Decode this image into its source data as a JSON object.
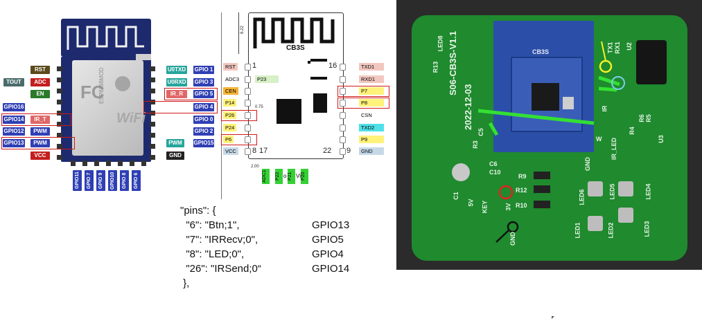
{
  "esp12": {
    "left_pins": [
      {
        "label": "RST",
        "style": "brown"
      },
      {
        "label": "ADC",
        "style": "red"
      },
      {
        "label": "EN",
        "style": "green"
      },
      {
        "label": "PWM",
        "style": "blue"
      },
      {
        "label": "PWM",
        "style": "blue"
      },
      {
        "label": "VCC",
        "style": "red"
      }
    ],
    "left_outer": [
      {
        "label": "TOUT",
        "style": "gray"
      },
      {
        "label": "GPIO16",
        "style": "blue"
      },
      {
        "label": "GPIO14",
        "style": "blue"
      },
      {
        "label": "IR_T",
        "style": "pink"
      },
      {
        "label": "GPIO12",
        "style": "blue"
      },
      {
        "label": "GPIO13",
        "style": "blue"
      }
    ],
    "right_inner": [
      {
        "label": "U0TXD",
        "style": "teal"
      },
      {
        "label": "U0RXD",
        "style": "teal"
      },
      {
        "label": "IR_R",
        "style": "pink"
      },
      {
        "label": "PWM",
        "style": "teal"
      },
      {
        "label": "GND",
        "style": "black"
      }
    ],
    "right_outer": [
      "GPIO 1",
      "GPIO 3",
      "GPIO 5",
      "GPIO 4",
      "GPIO 0",
      "GPIO 2",
      "GPIO15"
    ],
    "bottom_pins": [
      "GPIO11",
      "GPIO 7",
      "GPIO 9",
      "GPIO10",
      "GPIO 8",
      "GPIO 6"
    ],
    "shield_text": "ESP8266MOD",
    "fc_text": "FC",
    "wifi_text": "WiFi"
  },
  "cb3s": {
    "chip_label": "CB3S",
    "left_pins": [
      {
        "num": "",
        "label": "RST",
        "color": "#f2c7c0"
      },
      {
        "num": "",
        "label": "ADC3",
        "color": "#ffffff"
      },
      {
        "num": "",
        "label": "CEN",
        "color": "#f5b335"
      },
      {
        "num": "",
        "label": "P14",
        "color": "#fff27a"
      },
      {
        "num": "",
        "label": "P26",
        "color": "#fff27a"
      },
      {
        "num": "",
        "label": "P24",
        "color": "#fff27a"
      },
      {
        "num": "",
        "label": "P6",
        "color": "#fff27a"
      },
      {
        "num": "",
        "label": "VCC",
        "color": "#c6d8e8"
      }
    ],
    "p23_label": "P23",
    "right_pins": [
      {
        "label": "TXD1",
        "color": "#f2c7c0"
      },
      {
        "label": "RXD1",
        "color": "#f2c7c0"
      },
      {
        "label": "P7",
        "color": "#fff27a"
      },
      {
        "label": "P8",
        "color": "#fff27a"
      },
      {
        "label": "CSN",
        "color": "#ffffff"
      },
      {
        "label": "TXD2",
        "color": "#4fe0e8"
      },
      {
        "label": "P9",
        "color": "#fff27a"
      },
      {
        "label": "GND",
        "color": "#c6d8e8"
      }
    ],
    "num_1": "1",
    "num_16": "16",
    "num_8": "8",
    "num_17": "17",
    "num_22": "22",
    "num_9": "9",
    "bottom_pins": [
      "ADC1",
      "P22",
      "P21",
      "P20"
    ],
    "bottom_extra": "o",
    "bottom_extra2": "Vi",
    "dim_1": "6.22",
    "dim_2": "0.75",
    "dim_3": "2.00"
  },
  "code": {
    "open": "\"pins\": {",
    "lines": [
      {
        "text": "  \"6\": \"Btn;1\",",
        "gpio": "GPIO13"
      },
      {
        "text": "  \"7\": \"IRRecv;0\",",
        "gpio": "GPIO5"
      },
      {
        "text": "  \"8\": \"LED;0\",",
        "gpio": "GPIO4"
      },
      {
        "text": "  \"26\": \"IRSend;0“",
        "gpio": "GPIO14"
      }
    ],
    "close": " },"
  },
  "pcb": {
    "board_text": "S06-CB3S-V1.1",
    "date_text": "2022-12-03",
    "module_label": "CB3S",
    "labels": [
      "LED8",
      "R13",
      "C5",
      "R3",
      "C6",
      "C10",
      "R9",
      "R12",
      "R10",
      "KEY",
      "3V",
      "5V",
      "C1",
      "GND",
      "GND",
      "LED1",
      "LED2",
      "LED3",
      "LED4",
      "LED5",
      "LED6",
      "U2",
      "RX1",
      "TX1",
      "R4",
      "R6",
      "R5",
      "U3",
      "IR_LED",
      "W",
      "IR"
    ]
  },
  "colors": {
    "pcb_green": "#1f8a2e",
    "pcb_dark": "#2a2a2a",
    "module_blue": "#2b4fa8",
    "highlight_red": "#d01818",
    "wire_green": "#34e034",
    "wire_yellow": "#f2f225"
  }
}
